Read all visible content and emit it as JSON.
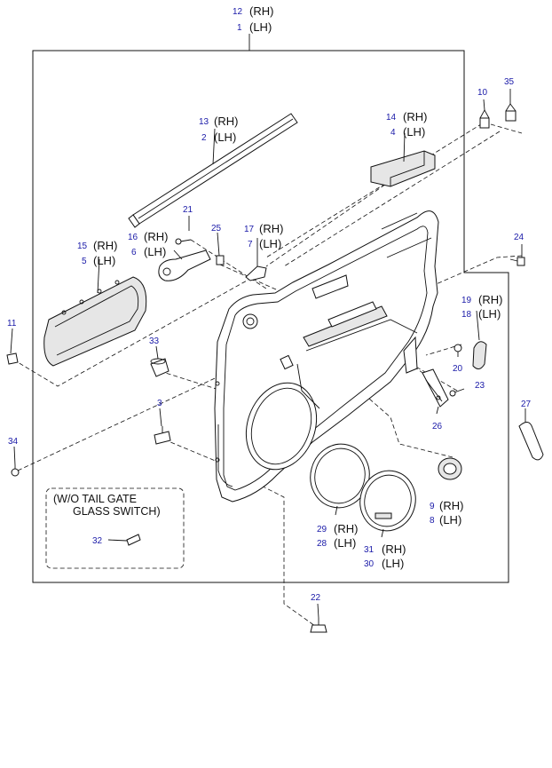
{
  "labels": {
    "top": {
      "num_a": "12",
      "side_a": "(RH)",
      "num_b": "1",
      "side_b": "(LH)"
    },
    "glass_run": {
      "num_a": "13",
      "side_a": "(RH)",
      "num_b": "2",
      "side_b": "(LH)"
    },
    "trim_upper": {
      "num_a": "14",
      "side_a": "(RH)",
      "num_b": "4",
      "side_b": "(LH)"
    },
    "clip_10": {
      "num": "10"
    },
    "clip_35": {
      "num": "35"
    },
    "screw_21": {
      "num": "21"
    },
    "bracket": {
      "num_a": "16",
      "side_a": "(RH)",
      "num_b": "6",
      "side_b": "(LH)"
    },
    "cap_25": {
      "num": "25"
    },
    "handle_small": {
      "num_a": "17",
      "side_a": "(RH)",
      "num_b": "7",
      "side_b": "(LH)"
    },
    "armrest": {
      "num_a": "15",
      "side_a": "(RH)",
      "num_b": "5",
      "side_b": "(LH)"
    },
    "wire_24": {
      "num": "24"
    },
    "cover_right": {
      "num_a": "19",
      "side_a": "(RH)",
      "num_b": "18",
      "side_b": "(LH)"
    },
    "fastener_11": {
      "num": "11"
    },
    "plug_33": {
      "num": "33"
    },
    "clip_20": {
      "num": "20"
    },
    "screw_23": {
      "num": "23"
    },
    "pull_26": {
      "num": "26"
    },
    "strip_27": {
      "num": "27"
    },
    "clip_3": {
      "num": "3"
    },
    "screw_34": {
      "num": "34"
    },
    "ring": {
      "num_a": "9",
      "side_a": "(RH)",
      "num_b": "8",
      "side_b": "(LH)"
    },
    "speaker_ring": {
      "num_a": "29",
      "side_a": "(RH)",
      "num_b": "28",
      "side_b": "(LH)"
    },
    "speaker_grille": {
      "num_a": "31",
      "side_a": "(RH)",
      "num_b": "30",
      "side_b": "(LH)"
    },
    "switch_32": {
      "num": "32"
    },
    "clip_22": {
      "num": "22"
    }
  },
  "note": {
    "line1": "(W/O TAIL GATE",
    "line2": "GLASS SWITCH)"
  }
}
